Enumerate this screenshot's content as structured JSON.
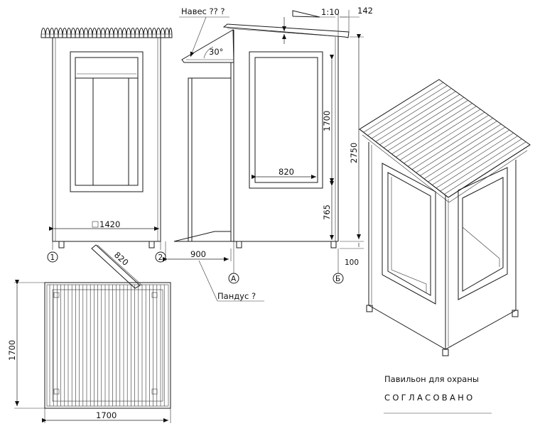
{
  "annotations": {
    "canopy": "Навес ?? ?",
    "angle": "30°",
    "slope": "1:10",
    "ramp": "Пандус ?"
  },
  "dimensions": {
    "front_width": "1420",
    "side_depth": "900",
    "window_height": "1700",
    "window_width": "820",
    "sill_height": "765",
    "total_height": "2750",
    "overhang": "142",
    "foot_height": "100",
    "ramp_length": "820",
    "plan_width": "1700",
    "plan_depth": "1700"
  },
  "axis_markers": {
    "axis_1": "1",
    "axis_2": "2",
    "axis_a": "А",
    "axis_b": "Б"
  },
  "caption": {
    "title": "Павильон для охраны",
    "approval": "СОГЛАСОВАНО"
  }
}
